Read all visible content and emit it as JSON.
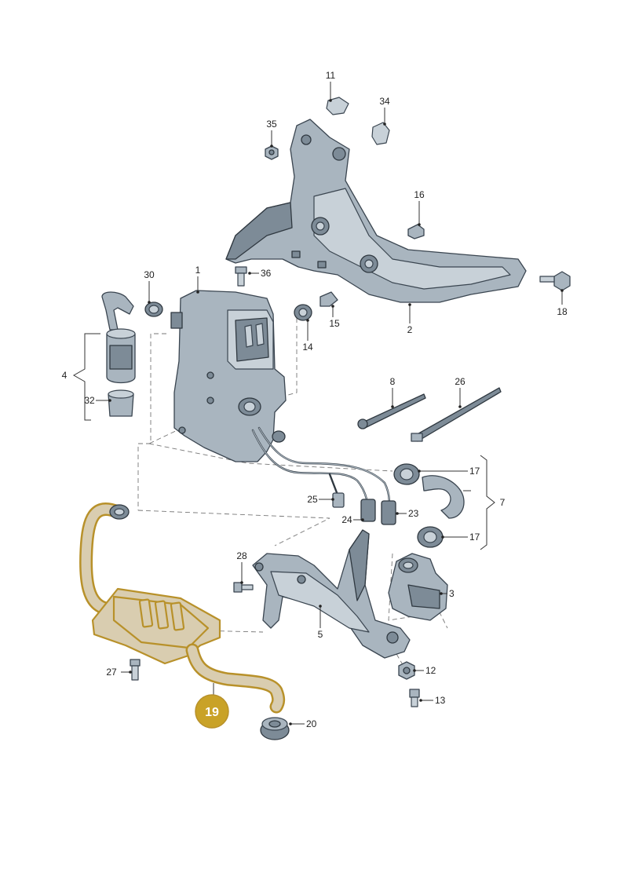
{
  "callouts": {
    "c1": "1",
    "c2": "2",
    "c3": "3",
    "c4": "4",
    "c5": "5",
    "c7": "7",
    "c8": "8",
    "c11": "11",
    "c12": "12",
    "c13": "13",
    "c14": "14",
    "c15": "15",
    "c16": "16",
    "c17a": "17",
    "c17b": "17",
    "c18": "18",
    "c19": "19",
    "c20": "20",
    "c23": "23",
    "c24": "24",
    "c25": "25",
    "c26": "26",
    "c27": "27",
    "c28": "28",
    "c30": "30",
    "c32": "32",
    "c34": "34",
    "c35": "35",
    "c36": "36"
  },
  "colors": {
    "part_fill": "#a9b5bf",
    "part_outline": "#3a4550",
    "highlight_outline": "#b8912a",
    "highlight_fill": "#d9cdb0",
    "badge_fill": "#c9a227"
  },
  "highlighted_part": "19"
}
